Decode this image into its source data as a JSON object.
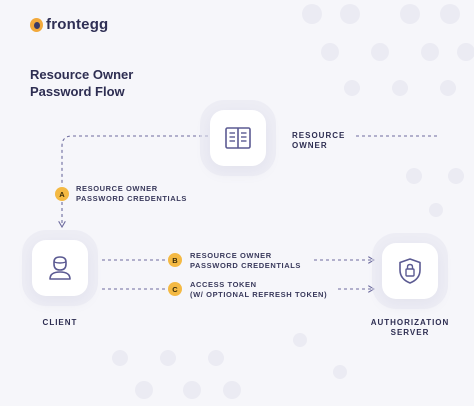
{
  "logo": {
    "text": "frontegg"
  },
  "title": {
    "line1": "Resource Owner",
    "line2": "Password Flow"
  },
  "nodes": {
    "resource_owner": {
      "label_line1": "RESOURCE",
      "label_line2": "OWNER",
      "icon": "book-icon"
    },
    "client": {
      "label": "CLIENT",
      "icon": "user-icon"
    },
    "authorization_server": {
      "label_line1": "AUTHORIZATION",
      "label_line2": "SERVER",
      "icon": "shield-lock-icon"
    }
  },
  "steps": [
    {
      "badge": "A",
      "line1": "RESOURCE OWNER",
      "line2": "PASSWORD CREDENTIALS"
    },
    {
      "badge": "B",
      "line1": "RESOURCE OWNER",
      "line2": "PASSWORD CREDENTIALS"
    },
    {
      "badge": "C",
      "line1": "ACCESS TOKEN",
      "line2": "(W/ OPTIONAL REFRESH TOKEN)"
    }
  ],
  "colors": {
    "accent": "#f4b943",
    "flow_line": "#6d6b9e",
    "text": "#2e2e52",
    "background": "#f6f6fa"
  }
}
